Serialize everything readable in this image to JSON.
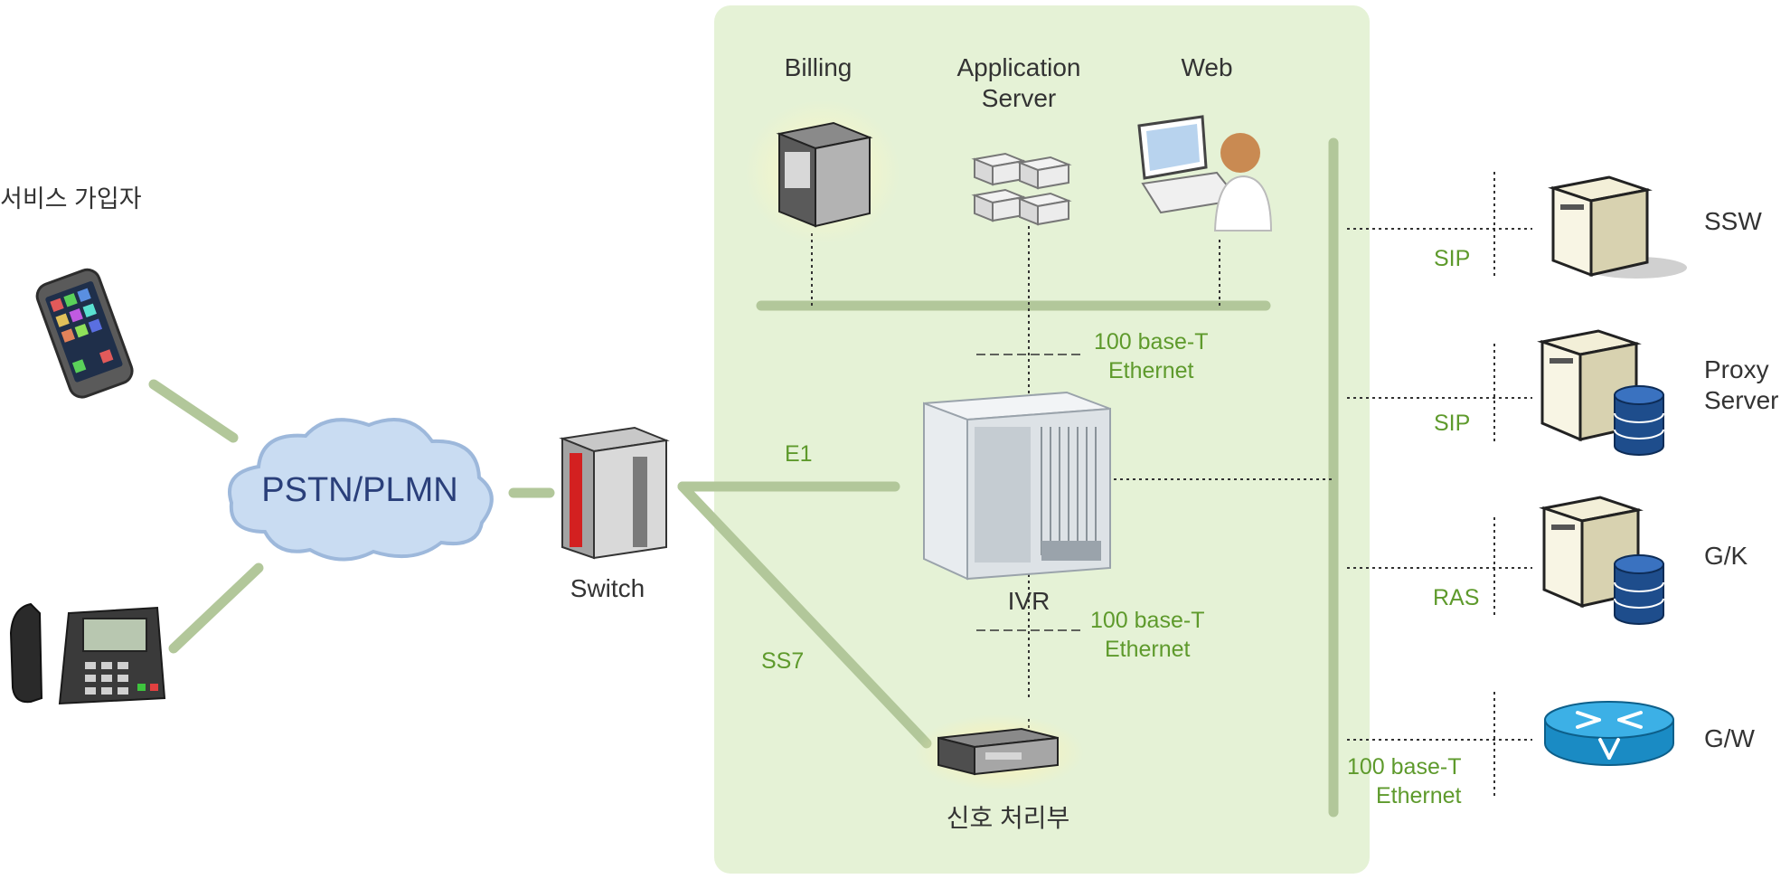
{
  "colors": {
    "panel": "#e5f2d6",
    "line": "#b2c79a",
    "green_text": "#5e9a2c",
    "dark_text": "#333333",
    "cloud": "#c9dcf2",
    "cloud_text": "#2a3f7a"
  },
  "subscriber": {
    "label": "서비스 가입자"
  },
  "cloud": {
    "label": "PSTN/PLMN"
  },
  "switch": {
    "label": "Switch"
  },
  "servers": {
    "billing": "Billing",
    "application_server": "Application\nServer",
    "web": "Web"
  },
  "ivr": {
    "label": "IVR"
  },
  "signal": {
    "label": "신호 처리부"
  },
  "links": {
    "e1": "E1",
    "ss7": "SS7",
    "ethernet_top": "100 base-T\nEthernet",
    "ethernet_mid": "100 base-T\nEthernet",
    "ethernet_gw": "100 base-T\nEthernet",
    "sip_ssw": "SIP",
    "sip_proxy": "SIP",
    "ras": "RAS"
  },
  "right_nodes": {
    "ssw": "SSW",
    "proxy": "Proxy\nServer",
    "gk": "G/K",
    "gw": "G/W"
  },
  "icons": [
    "smartphone-icon",
    "desk-phone-icon",
    "cloud-icon",
    "switch-icon",
    "billing-server-icon",
    "application-server-icon",
    "web-user-icon",
    "ivr-cabinet-icon",
    "signal-unit-icon",
    "ssw-server-icon",
    "proxy-server-icon",
    "database-icon",
    "gk-server-icon",
    "gw-router-icon"
  ]
}
